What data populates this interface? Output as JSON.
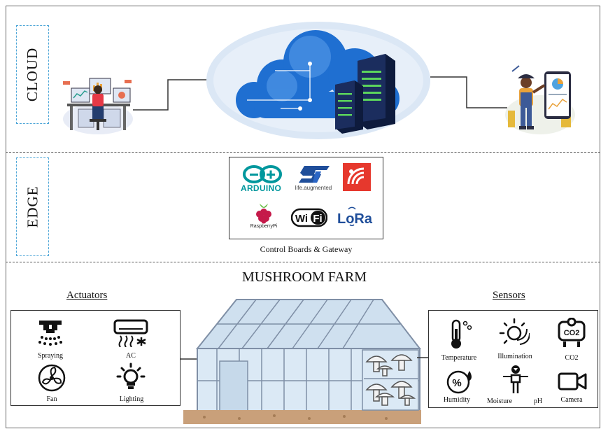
{
  "layers": {
    "cloud": "CLOUD",
    "edge": "EDGE"
  },
  "edge": {
    "caption": "Control Boards & Gateway",
    "logos": {
      "arduino": "ARDUINO",
      "st": "life.augmented",
      "raspberry": "RaspberryPi",
      "wifi": "WiFi",
      "lora": "LoRa"
    }
  },
  "farm": {
    "title": "MUSHROOM FARM"
  },
  "actuators": {
    "title": "Actuators",
    "items": [
      "Spraying",
      "AC",
      "Fan",
      "Lighting"
    ]
  },
  "sensors": {
    "title": "Sensors",
    "items": [
      "Temperature",
      "Illumination",
      "CO2",
      "Humidity",
      "Moisture",
      "pH",
      "Camera"
    ],
    "co2_icon_text": "CO2"
  },
  "colors": {
    "cloud_blue": "#1f6fd1",
    "label_border": "#4fa7d8",
    "greenhouse_frame": "#7f8fa6",
    "soil": "#c9a07a"
  },
  "icons": [
    "computer-workstation-icon",
    "cloud-server-icon",
    "farmer-phone-icon",
    "sprayer-icon",
    "ac-icon",
    "fan-icon",
    "bulb-icon",
    "thermometer-icon",
    "sun-icon",
    "co2-icon",
    "humidity-icon",
    "moisture-probe-icon",
    "camera-icon",
    "greenhouse-icon",
    "mushroom-icon"
  ]
}
